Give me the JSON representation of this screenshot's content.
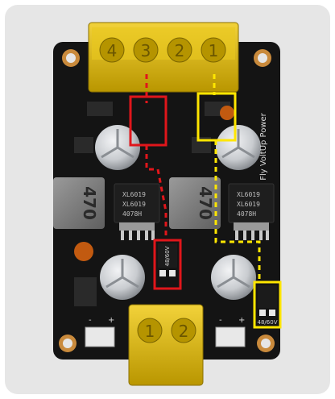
{
  "board": {
    "brand_text": "Fly VoltUp Power",
    "inductor_labels": [
      "470",
      "470"
    ],
    "chip_labels": [
      [
        "XL6019",
        "XL6019",
        "4078H"
      ],
      [
        "XL6019",
        "XL6019",
        "4078H"
      ]
    ],
    "top_terminal_numbers": [
      "4",
      "3",
      "2",
      "1"
    ],
    "bottom_terminal_numbers": [
      "1",
      "2"
    ],
    "jumper_labels": [
      "48/60V",
      "48/60V"
    ],
    "silk_marks": [
      "-",
      "+",
      "-",
      "+"
    ]
  },
  "colors": {
    "background": "#e6e6e6",
    "pcb": "#111111",
    "terminal_yellow": "#d9b400",
    "highlight_red": "#e0161b",
    "highlight_yellow": "#ffe600",
    "capacitor_silver": "#c9ccd0",
    "inductor_grey": "#7a7a7a"
  }
}
